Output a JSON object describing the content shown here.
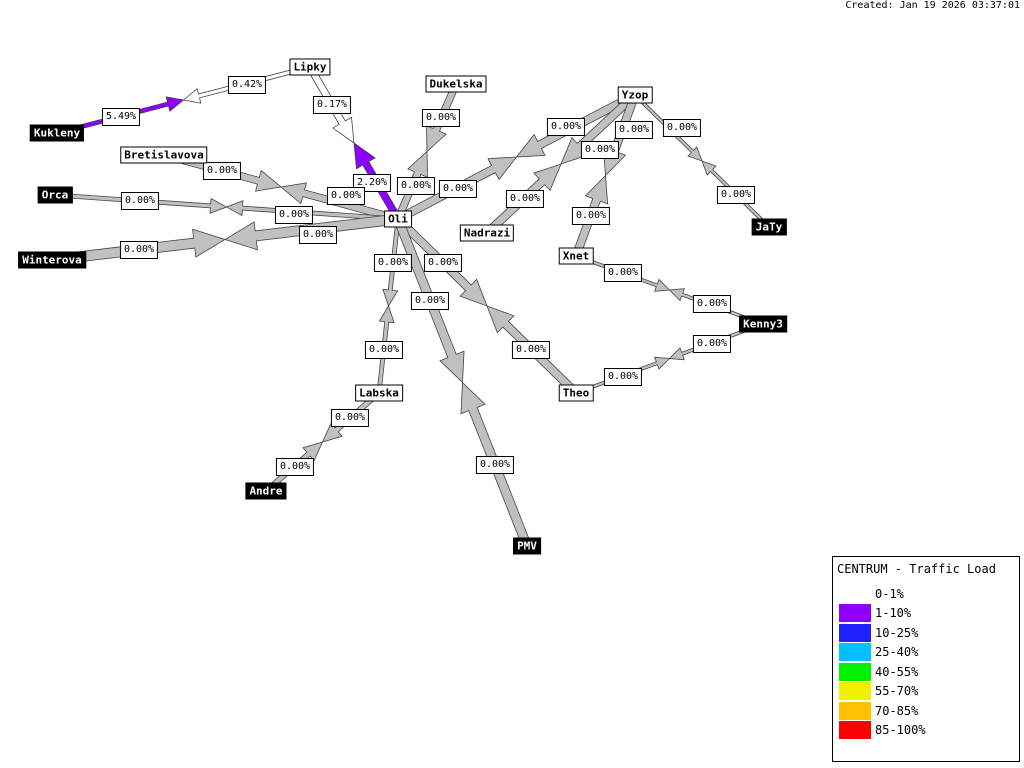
{
  "created": "Created: Jan 19 2026 03:37:01",
  "legend": {
    "title": "CENTRUM - Traffic Load",
    "items": [
      {
        "label": "0-1%",
        "color": "#ffffff"
      },
      {
        "label": "1-10%",
        "color": "#8c00ff"
      },
      {
        "label": "10-25%",
        "color": "#2020ff"
      },
      {
        "label": "25-40%",
        "color": "#00c0ff"
      },
      {
        "label": "40-55%",
        "color": "#00f000"
      },
      {
        "label": "55-70%",
        "color": "#f0f000"
      },
      {
        "label": "70-85%",
        "color": "#ffc000"
      },
      {
        "label": "85-100%",
        "color": "#ff0000"
      }
    ]
  },
  "nodes": [
    {
      "id": "Lipky",
      "label": "Lipky",
      "dark": false
    },
    {
      "id": "Kukleny",
      "label": "Kukleny",
      "dark": true
    },
    {
      "id": "Dukelska",
      "label": "Dukelska",
      "dark": false
    },
    {
      "id": "Yzop",
      "label": "Yzop",
      "dark": false
    },
    {
      "id": "Bretislavova",
      "label": "Bretislavova",
      "dark": false
    },
    {
      "id": "Orca",
      "label": "Orca",
      "dark": true
    },
    {
      "id": "Oli",
      "label": "Oli",
      "dark": false
    },
    {
      "id": "Nadrazi",
      "label": "Nadrazi",
      "dark": false
    },
    {
      "id": "JaTy",
      "label": "JaTy",
      "dark": true
    },
    {
      "id": "Winterova",
      "label": "Winterova",
      "dark": true
    },
    {
      "id": "Xnet",
      "label": "Xnet",
      "dark": false
    },
    {
      "id": "Kenny3",
      "label": "Kenny3",
      "dark": true
    },
    {
      "id": "Theo",
      "label": "Theo",
      "dark": false
    },
    {
      "id": "Labska",
      "label": "Labska",
      "dark": false
    },
    {
      "id": "Andre",
      "label": "Andre",
      "dark": true
    },
    {
      "id": "PMV",
      "label": "PMV",
      "dark": true
    }
  ],
  "links": [
    {
      "a": "Kukleny",
      "b": "Lipky",
      "out": "5.49%",
      "in": "0.42%",
      "out_color": "#8c00ff",
      "in_color": "#ffffff"
    },
    {
      "a": "Oli",
      "b": "Lipky",
      "out": "2.20%",
      "in": "0.17%",
      "out_color": "#8c00ff",
      "in_color": "#ffffff"
    },
    {
      "a": "Oli",
      "b": "Dukelska",
      "out": "0.00%",
      "in": "0.00%",
      "out_color": "#c0c0c0",
      "in_color": "#c0c0c0"
    },
    {
      "a": "Bretislavova",
      "b": "Oli",
      "out": "0.00%",
      "in": "0.00%",
      "out_color": "#c0c0c0",
      "in_color": "#c0c0c0"
    },
    {
      "a": "Orca",
      "b": "Oli",
      "out": "0.00%",
      "in": "0.00%",
      "out_color": "#c0c0c0",
      "in_color": "#c0c0c0"
    },
    {
      "a": "Winterova",
      "b": "Oli",
      "out": "0.00%",
      "in": "0.00%",
      "out_color": "#c0c0c0",
      "in_color": "#c0c0c0"
    },
    {
      "a": "Oli",
      "b": "Yzop",
      "out": "0.00%",
      "in": "0.00%",
      "out_color": "#c0c0c0",
      "in_color": "#c0c0c0"
    },
    {
      "a": "Nadrazi",
      "b": "Yzop",
      "out": "0.00%",
      "in": "0.00%",
      "out_color": "#c0c0c0",
      "in_color": "#c0c0c0"
    },
    {
      "a": "Xnet",
      "b": "Yzop",
      "out": "0.00%",
      "in": "0.00%",
      "out_color": "#c0c0c0",
      "in_color": "#c0c0c0"
    },
    {
      "a": "Yzop",
      "b": "JaTy",
      "out": "0.00%",
      "in": "0.00%",
      "out_color": "#c0c0c0",
      "in_color": "#c0c0c0"
    },
    {
      "a": "Xnet",
      "b": "Kenny3",
      "out": "0.00%",
      "in": "0.00%",
      "out_color": "#c0c0c0",
      "in_color": "#c0c0c0"
    },
    {
      "a": "Theo",
      "b": "Kenny3",
      "out": "0.00%",
      "in": "0.00%",
      "out_color": "#c0c0c0",
      "in_color": "#c0c0c0"
    },
    {
      "a": "Oli",
      "b": "Theo",
      "out": "0.00%",
      "in": "0.00%",
      "out_color": "#c0c0c0",
      "in_color": "#c0c0c0"
    },
    {
      "a": "Oli",
      "b": "Labska",
      "out": "0.00%",
      "in": "0.00%",
      "out_color": "#c0c0c0",
      "in_color": "#c0c0c0"
    },
    {
      "a": "Labska",
      "b": "Andre",
      "out": "0.00%",
      "in": "0.00%",
      "out_color": "#c0c0c0",
      "in_color": "#c0c0c0"
    },
    {
      "a": "Oli",
      "b": "PMV",
      "out": "0.00%",
      "in": "0.00%",
      "out_color": "#c0c0c0",
      "in_color": "#c0c0c0"
    }
  ]
}
